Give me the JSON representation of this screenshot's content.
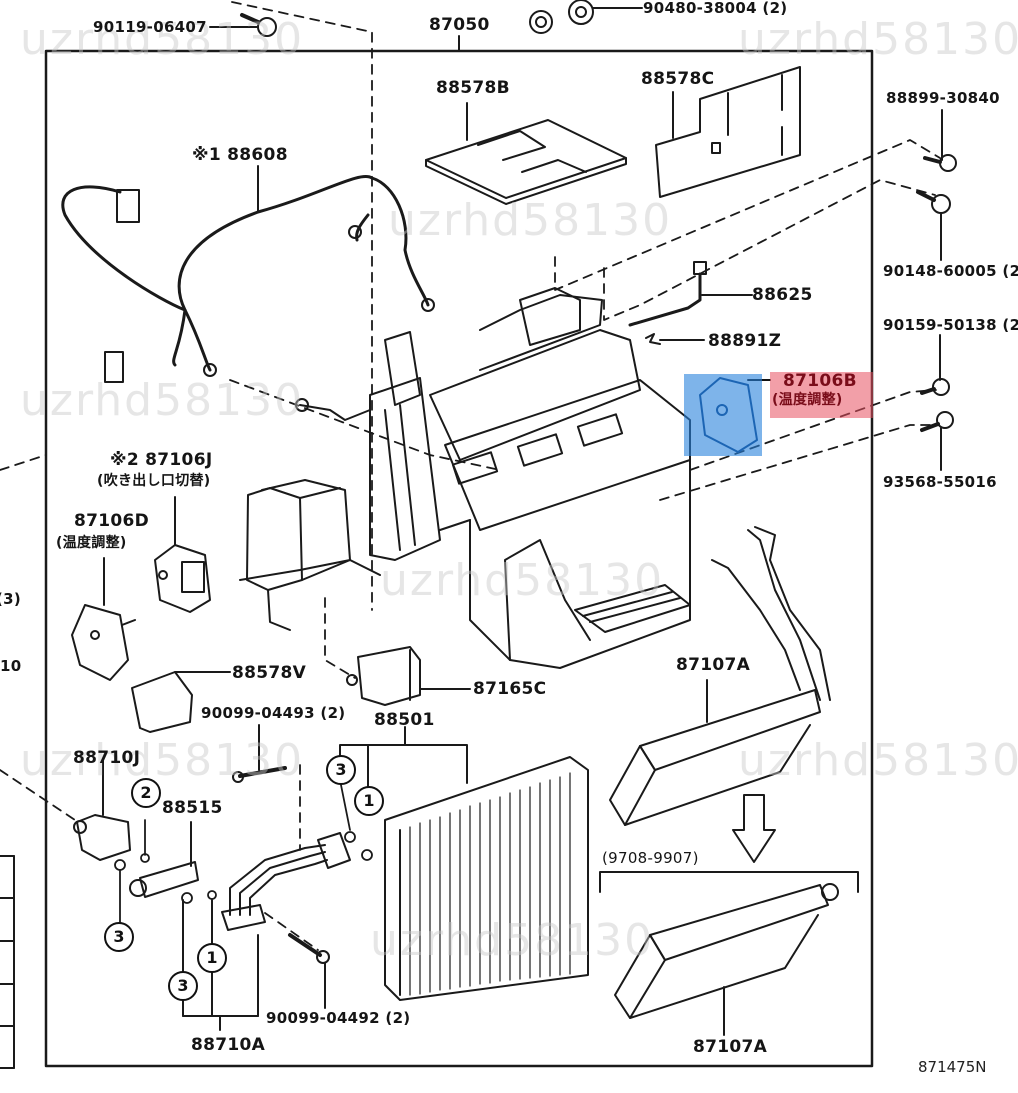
{
  "diagram": {
    "type": "exploded parts diagram",
    "figure_code": "871475N",
    "assembly_part": "87050",
    "watermark": "uzrhd58130",
    "highlight": {
      "part": "87106B",
      "note": "(温度調整)",
      "label_color": "#e85060",
      "part_color": "#2882dc"
    },
    "labels": {
      "p90119": "90119-06407",
      "p87050": "87050",
      "p90480": "90480-38004 (2)",
      "p88578B": "88578B",
      "p88578C": "88578C",
      "p88899": "88899-30840",
      "p88608": "※1 88608",
      "p90148": "90148-60005 (2",
      "p88625": "88625",
      "p90159": "90159-50138 (2",
      "p88891Z": "88891Z",
      "p87106B": "87106B",
      "p87106B_note": "(温度調整)",
      "p93568": "93568-55016",
      "p87106J": "※2 87106J",
      "p87106J_note": "(吹き出し口切替)",
      "p87106D": "87106D",
      "p87106D_note": "(温度調整)",
      "p88578V": "88578V",
      "p87165C": "87165C",
      "p90099_04493": "90099-04493 (2)",
      "p88501": "88501",
      "p88710J": "88710J",
      "p88515": "88515",
      "p87107A_top": "87107A",
      "p9708": "(9708-9907)",
      "p87107A_bottom": "87107A",
      "p90099_04492": "90099-04492 (2)",
      "p88710A": "88710A",
      "edge_3": "(3)",
      "edge_10": "10"
    },
    "oring_callouts": {
      "c1": "3",
      "c2": "1",
      "c3": "2",
      "c4": "3",
      "c5": "3",
      "c6": "1"
    }
  }
}
